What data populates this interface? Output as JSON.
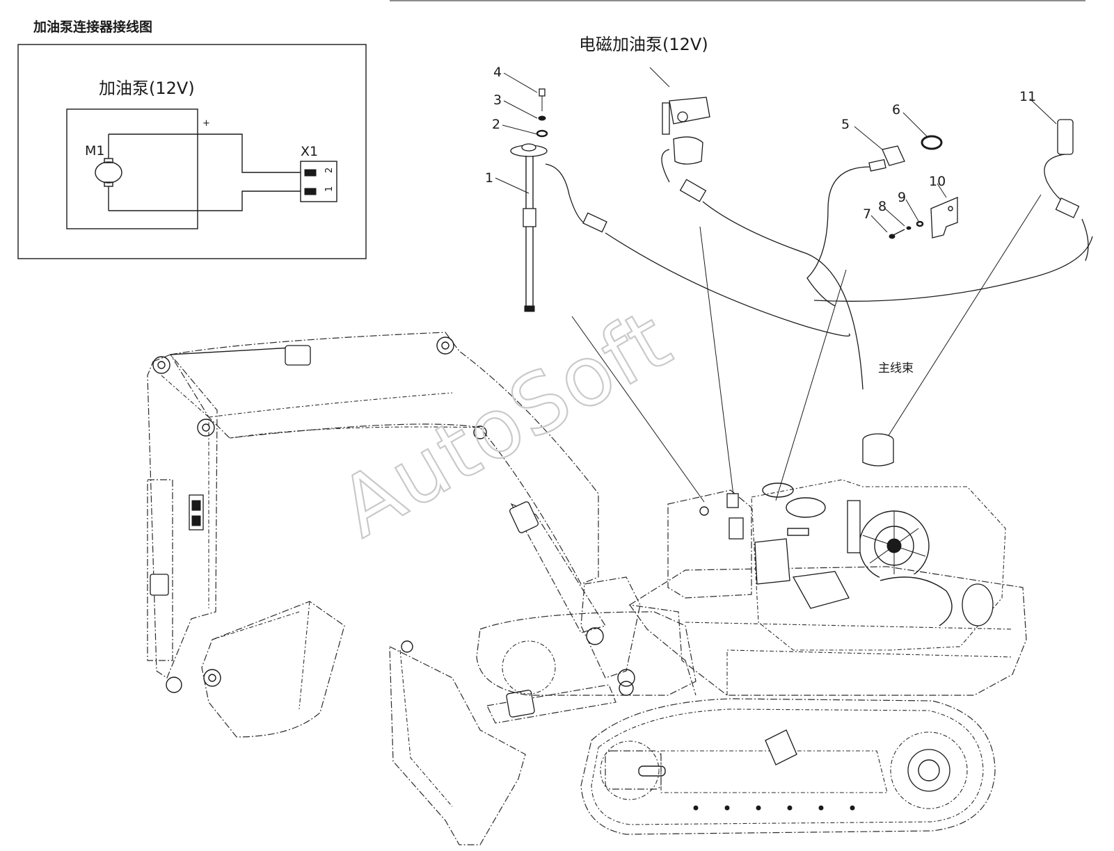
{
  "schematic": {
    "title": "加油泵连接器接线图",
    "pump_label": "加油泵(12V)",
    "motor_label": "M1",
    "connector_label": "X1",
    "plus_sign": "+",
    "pin1": "1",
    "pin2": "2"
  },
  "exploded": {
    "pump_title": "电磁加油泵(12V)",
    "harness_label": "主线束",
    "callouts": [
      "1",
      "2",
      "3",
      "4",
      "5",
      "6",
      "7",
      "8",
      "9",
      "10",
      "11"
    ]
  },
  "watermark": "AutoSoft"
}
